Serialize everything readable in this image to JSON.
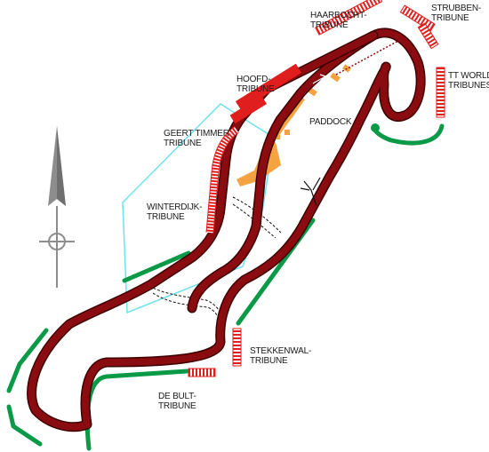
{
  "colors": {
    "track": "#8b0c10",
    "track_edge": "#3d0000",
    "grass": "#0a9a47",
    "stand_red": "#e01e1e",
    "stand_fill": "#ffffff",
    "paddock": "#f5a341",
    "boundary": "#6ee3f0",
    "compass": "#8d8d8d"
  },
  "icons": {
    "compass": "north-arrow-icon",
    "direction": "direction-arrow-icon"
  },
  "labels": {
    "haarbocht": [
      "HAARBOCHT-",
      "TRIBUNE"
    ],
    "strubben": [
      "STRUBBEN-",
      "TRIBUNE"
    ],
    "ttworld": [
      "TT WORLD",
      "TRIBUNES"
    ],
    "hoofd": [
      "HOOFD-",
      "TRIBUNE"
    ],
    "geert": [
      "GEERT TIMMER",
      "TRIBUNE"
    ],
    "paddock": "PADDOCK",
    "winterdijk": [
      "WINTERDIJK-",
      "TRIBUNE"
    ],
    "stekkenwal": [
      "STEKKENWAL-",
      "TRIBUNE"
    ],
    "debult": [
      "DE BULT-",
      "TRIBUNE"
    ]
  }
}
